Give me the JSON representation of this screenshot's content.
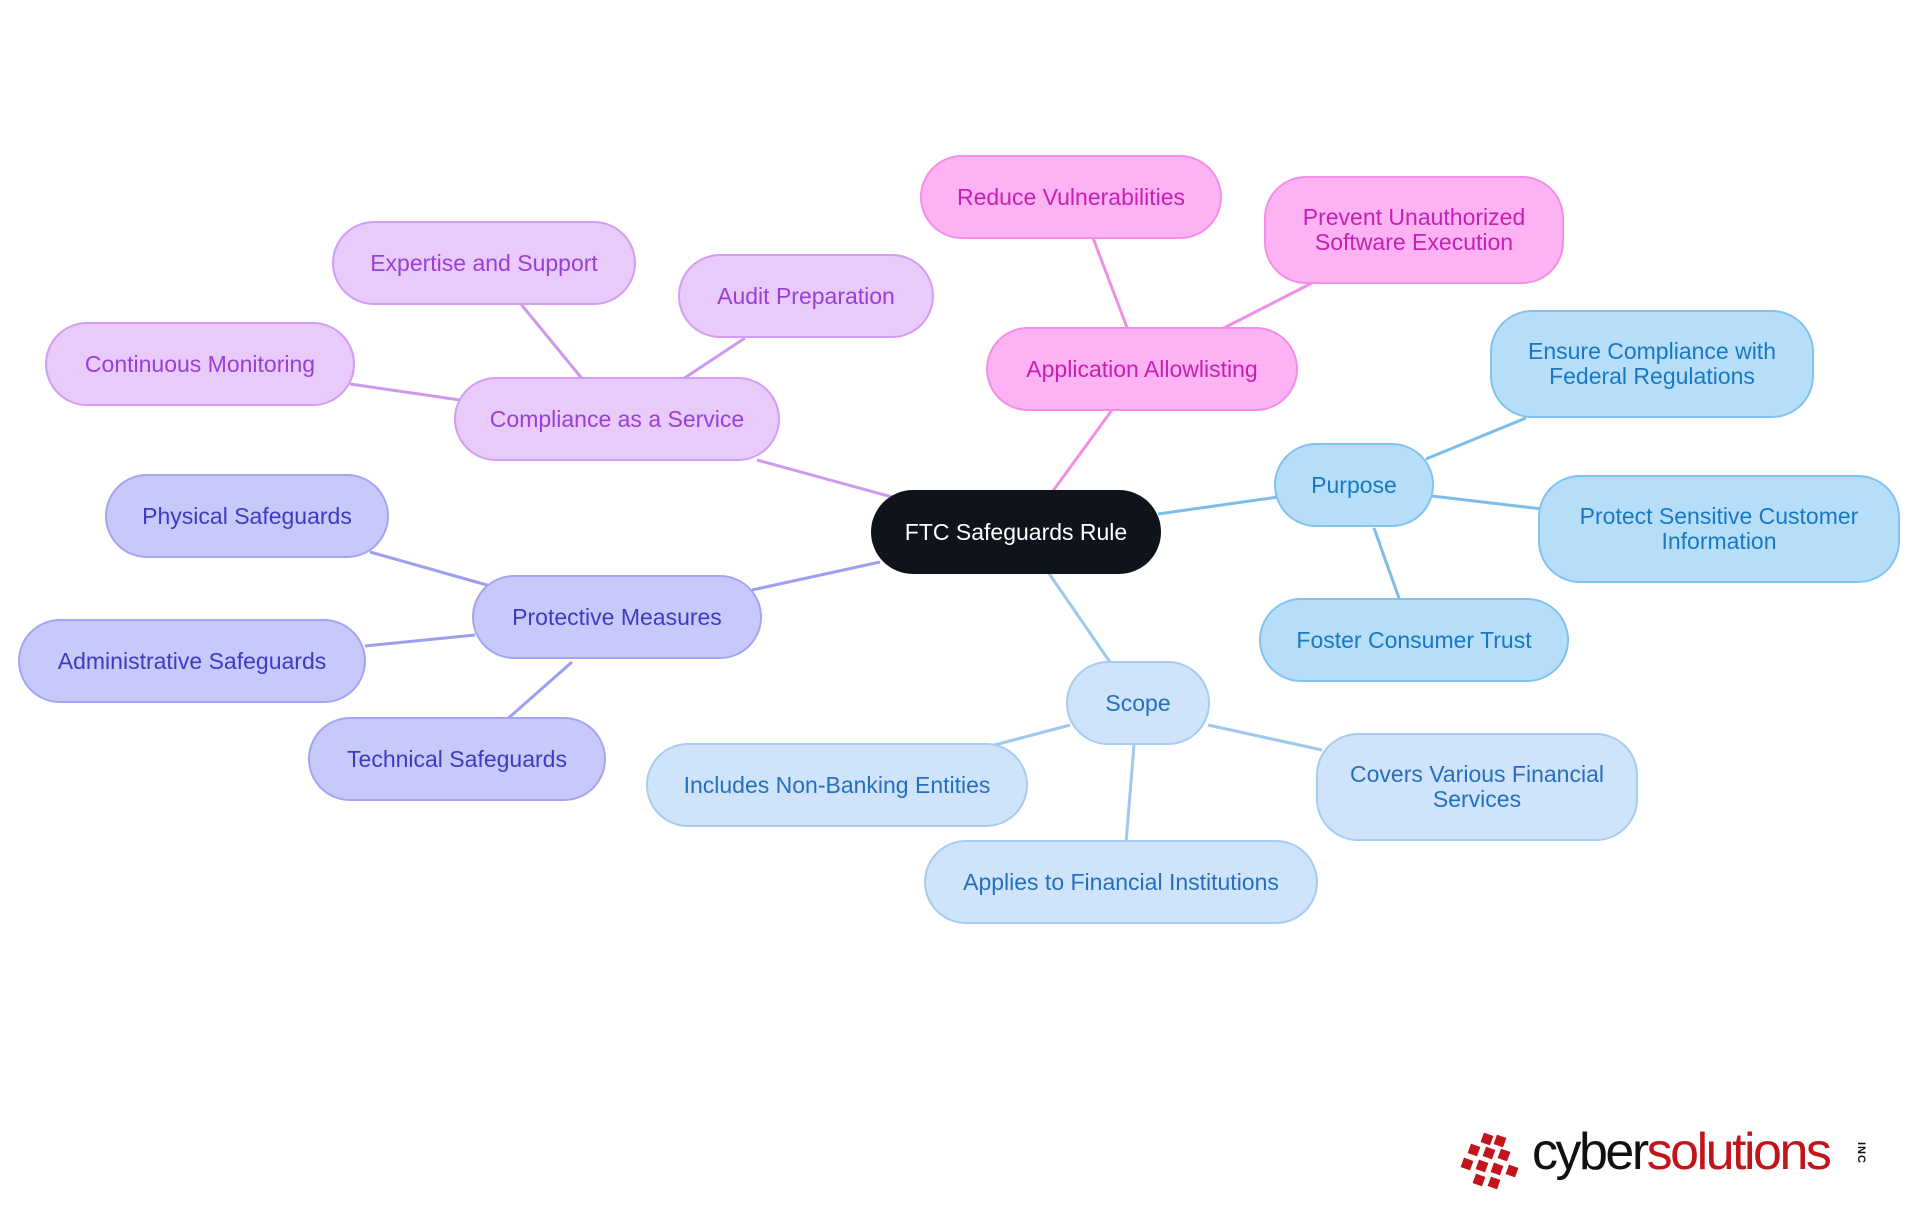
{
  "root": {
    "label": "FTC Safeguards Rule"
  },
  "branches": {
    "application_allowlisting": {
      "label": "Application Allowlisting",
      "children": [
        "Reduce Vulnerabilities",
        "Prevent Unauthorized\nSoftware Execution"
      ]
    },
    "compliance_as_a_service": {
      "label": "Compliance as a Service",
      "children": [
        "Expertise and Support",
        "Audit Preparation",
        "Continuous Monitoring"
      ]
    },
    "protective_measures": {
      "label": "Protective Measures",
      "children": [
        "Physical Safeguards",
        "Administrative Safeguards",
        "Technical Safeguards"
      ]
    },
    "purpose": {
      "label": "Purpose",
      "children": [
        "Ensure Compliance with\nFederal Regulations",
        "Protect Sensitive Customer\nInformation",
        "Foster Consumer Trust"
      ]
    },
    "scope": {
      "label": "Scope",
      "children": [
        "Includes Non-Banking Entities",
        "Applies to Financial Institutions",
        "Covers Various Financial\nServices"
      ]
    }
  },
  "colors": {
    "root_fill": "#0f141c",
    "application_allowlisting": "#f58ee6",
    "compliance_as_a_service": "#d49cf3",
    "protective_measures": "#a4a5f2",
    "purpose": "#82c2ef",
    "scope": "#a6ccf2",
    "logo_red": "#c2151b",
    "logo_dark": "#111111"
  },
  "logo": {
    "word1": "cyber",
    "word2": "solutions",
    "suffix": "INC"
  }
}
